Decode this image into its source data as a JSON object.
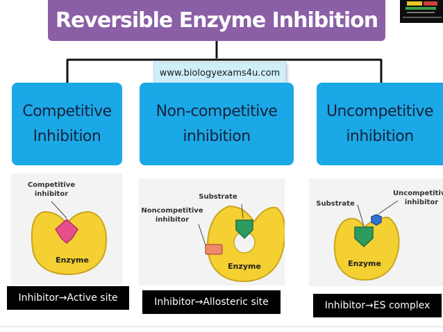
{
  "title": "Reversible Enzyme Inhibition",
  "website": "www.biologyexams4u.com",
  "colors": {
    "title_bg": "#8b5fa6",
    "category_bg": "#1ba8e6",
    "website_bg": "#cfeef8",
    "enzyme": "#f4d032",
    "substrate": "#2e9b5e",
    "competitive_inhibitor": "#e6508a",
    "noncompetitive_inhibitor": "#ef8a6c",
    "uncompetitive_inhibitor": "#2f73d3",
    "caption_bg": "#000000"
  },
  "categories": [
    {
      "label_line1": "Competitive",
      "label_line2": "Inhibition",
      "panel": {
        "inhibitor_label_line1": "Competitive",
        "inhibitor_label_line2": "inhibitor",
        "enzyme_label": "Enzyme"
      },
      "caption": "Inhibitor→Active site"
    },
    {
      "label_line1": "Non-competitive",
      "label_line2": "inhibition",
      "panel": {
        "substrate_label": "Substrate",
        "inhibitor_label_line1": "Noncompetitive",
        "inhibitor_label_line2": "inhibitor",
        "enzyme_label": "Enzyme"
      },
      "caption": "Inhibitor→Allosteric site"
    },
    {
      "label_line1": "Uncompetitive",
      "label_line2": "inhibition",
      "panel": {
        "substrate_label": "Substrate",
        "inhibitor_label_line1": "Uncompetitive",
        "inhibitor_label_line2": "inhibitor",
        "enzyme_label": "Enzyme"
      },
      "caption": "Inhibitor→ES complex"
    }
  ],
  "icons": {
    "logo": "youtube-channel-badge"
  }
}
